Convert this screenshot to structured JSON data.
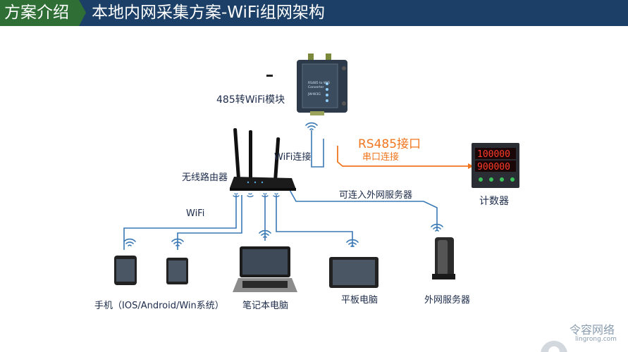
{
  "header": {
    "section": "方案介绍",
    "title": "本地内网采集方案-WiFi组网架构"
  },
  "labels": {
    "module": "485转WiFi模块",
    "router": "无线路由器",
    "wifi_connect": "WiFi连接",
    "rs485": "RS485接口",
    "serial": "串口连接",
    "counter": "计数器",
    "wifi": "WiFi",
    "external_link": "可连入外网服务器",
    "phone": "手机（IOS/Android/Win系统）",
    "laptop": "笔记本电脑",
    "tablet": "平板电脑",
    "server": "外网服务器"
  },
  "module_panel": {
    "line1": "RS485 to WiFi",
    "line2": "Converter",
    "model": "JW-W3G"
  },
  "counter_display": {
    "row1": "100000",
    "row2": "900000"
  },
  "watermark": {
    "name": "令容网络",
    "url": "lingrong.com"
  },
  "colors": {
    "header_bg": "#1b3f66",
    "section_bg": "#2f6f35",
    "link_blue": "#3a78b5",
    "serial_orange": "#f0761f",
    "label_text": "#1c2b4a"
  }
}
